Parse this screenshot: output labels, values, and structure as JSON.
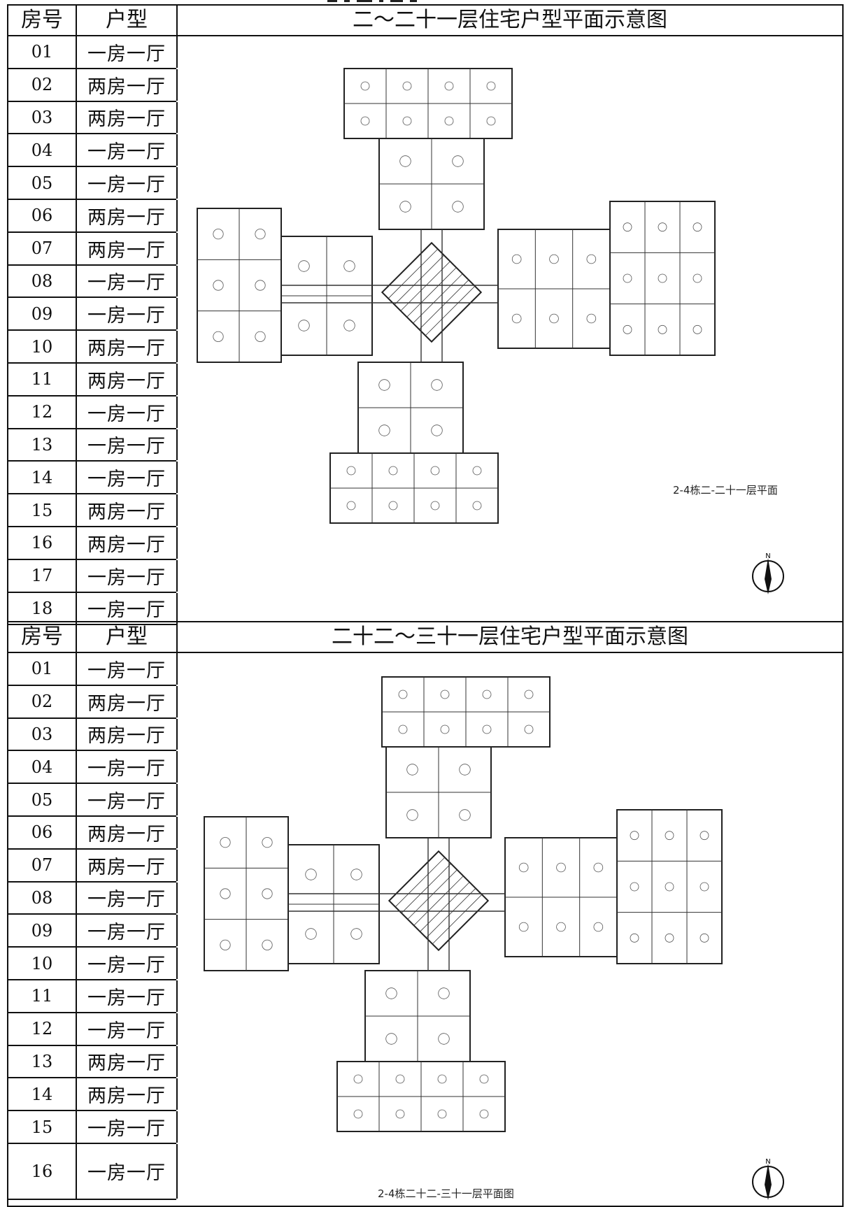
{
  "sections": [
    {
      "headers": {
        "room_no": "房号",
        "unit_type": "户型",
        "title": "二～二十一层住宅户型平面示意图"
      },
      "rows": [
        {
          "no": "01",
          "type": "一房一厅"
        },
        {
          "no": "02",
          "type": "两房一厅"
        },
        {
          "no": "03",
          "type": "两房一厅"
        },
        {
          "no": "04",
          "type": "一房一厅"
        },
        {
          "no": "05",
          "type": "一房一厅"
        },
        {
          "no": "06",
          "type": "两房一厅"
        },
        {
          "no": "07",
          "type": "两房一厅"
        },
        {
          "no": "08",
          "type": "一房一厅"
        },
        {
          "no": "09",
          "type": "一房一厅"
        },
        {
          "no": "10",
          "type": "两房一厅"
        },
        {
          "no": "11",
          "type": "两房一厅"
        },
        {
          "no": "12",
          "type": "一房一厅"
        },
        {
          "no": "13",
          "type": "一房一厅"
        },
        {
          "no": "14",
          "type": "一房一厅"
        },
        {
          "no": "15",
          "type": "两房一厅"
        },
        {
          "no": "16",
          "type": "两房一厅"
        },
        {
          "no": "17",
          "type": "一房一厅"
        },
        {
          "no": "18",
          "type": "一房一厅"
        }
      ],
      "plan_label": "2-4栋二-二十一层平面",
      "compass_letter": "N"
    },
    {
      "headers": {
        "room_no": "房号",
        "unit_type": "户型",
        "title": "二十二～三十一层住宅户型平面示意图"
      },
      "rows": [
        {
          "no": "01",
          "type": "一房一厅"
        },
        {
          "no": "02",
          "type": "两房一厅"
        },
        {
          "no": "03",
          "type": "两房一厅"
        },
        {
          "no": "04",
          "type": "一房一厅"
        },
        {
          "no": "05",
          "type": "一房一厅"
        },
        {
          "no": "06",
          "type": "两房一厅"
        },
        {
          "no": "07",
          "type": "两房一厅"
        },
        {
          "no": "08",
          "type": "一房一厅"
        },
        {
          "no": "09",
          "type": "一房一厅"
        },
        {
          "no": "10",
          "type": "一房一厅"
        },
        {
          "no": "11",
          "type": "一房一厅"
        },
        {
          "no": "12",
          "type": "一房一厅"
        },
        {
          "no": "13",
          "type": "两房一厅"
        },
        {
          "no": "14",
          "type": "两房一厅"
        },
        {
          "no": "15",
          "type": "一房一厅"
        },
        {
          "no": "16",
          "type": "一房一厅"
        }
      ],
      "plan_label": "2-4栋二十二-三十一层平面图",
      "compass_letter": "N"
    }
  ]
}
